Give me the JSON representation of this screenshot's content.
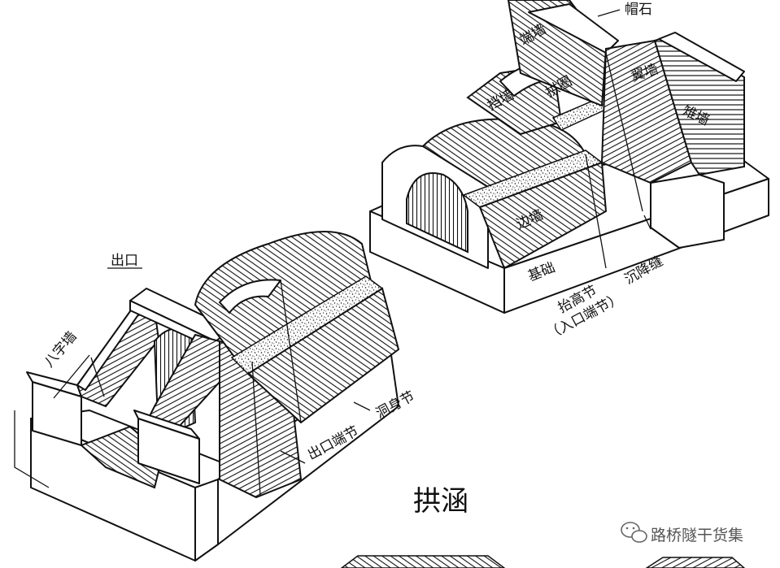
{
  "title": "拱涵",
  "watermark": "路桥隧干货集",
  "labels": {
    "outlet": "出口",
    "bazi_wall": "八字墙",
    "outlet_end_section": "出口端节",
    "culvert_body_section": "洞身节",
    "cap_stone": "帽石",
    "end_wall": "端墙",
    "wing_wall": "翼墙",
    "cone_wall": "雉墙",
    "retaining_wall": "挡墙",
    "arch_ring": "拱圈",
    "side_wall": "边墙",
    "foundation": "基础",
    "raised_section": "抬高节",
    "inlet_end_section": "（入口端节）",
    "settlement_joint": "沉降缝"
  }
}
